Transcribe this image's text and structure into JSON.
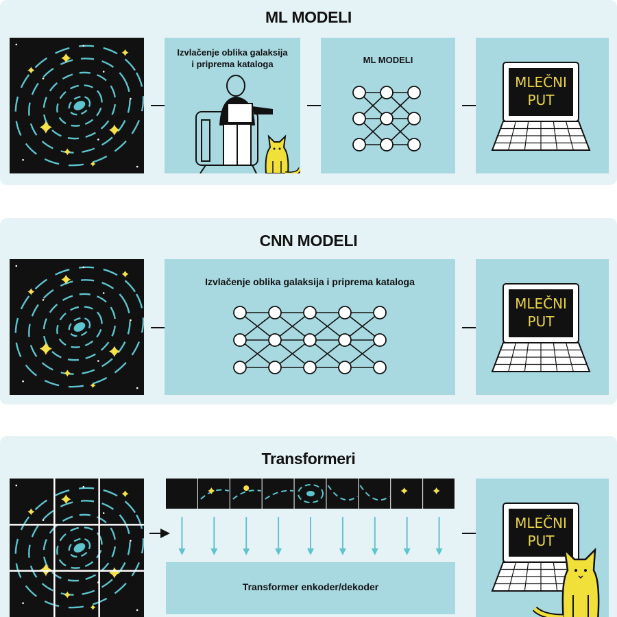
{
  "sections": [
    {
      "title": "ML MODELI",
      "step_label": "Izvlačenje oblika galaksija i priprema kataloga",
      "model_label": "ML MODELI",
      "output_text": [
        "MLEČNI",
        "PUT"
      ]
    },
    {
      "title": "CNN MODELI",
      "step_label": "Izvlačenje oblika galaksija i priprema kataloga",
      "output_text": [
        "MLEČNI",
        "PUT"
      ]
    },
    {
      "title": "Transformeri",
      "encoder_label": "Transformer enkoder/dekoder",
      "output_text": [
        "MLEČNI",
        "PUT"
      ]
    }
  ],
  "colors": {
    "panel_bg": "#e6f3f6",
    "box_bg": "#a8d8e0",
    "space": "#111111",
    "galaxy_rings": "#5ec4cf",
    "stars": "#f5e14a",
    "screen_text": "#e9d44a"
  },
  "icons": [
    "galaxy-image",
    "person-with-laptop-icon",
    "cat-icon",
    "neural-network-icon",
    "laptop-icon",
    "arrow-right-icon",
    "arrow-down-icon"
  ]
}
